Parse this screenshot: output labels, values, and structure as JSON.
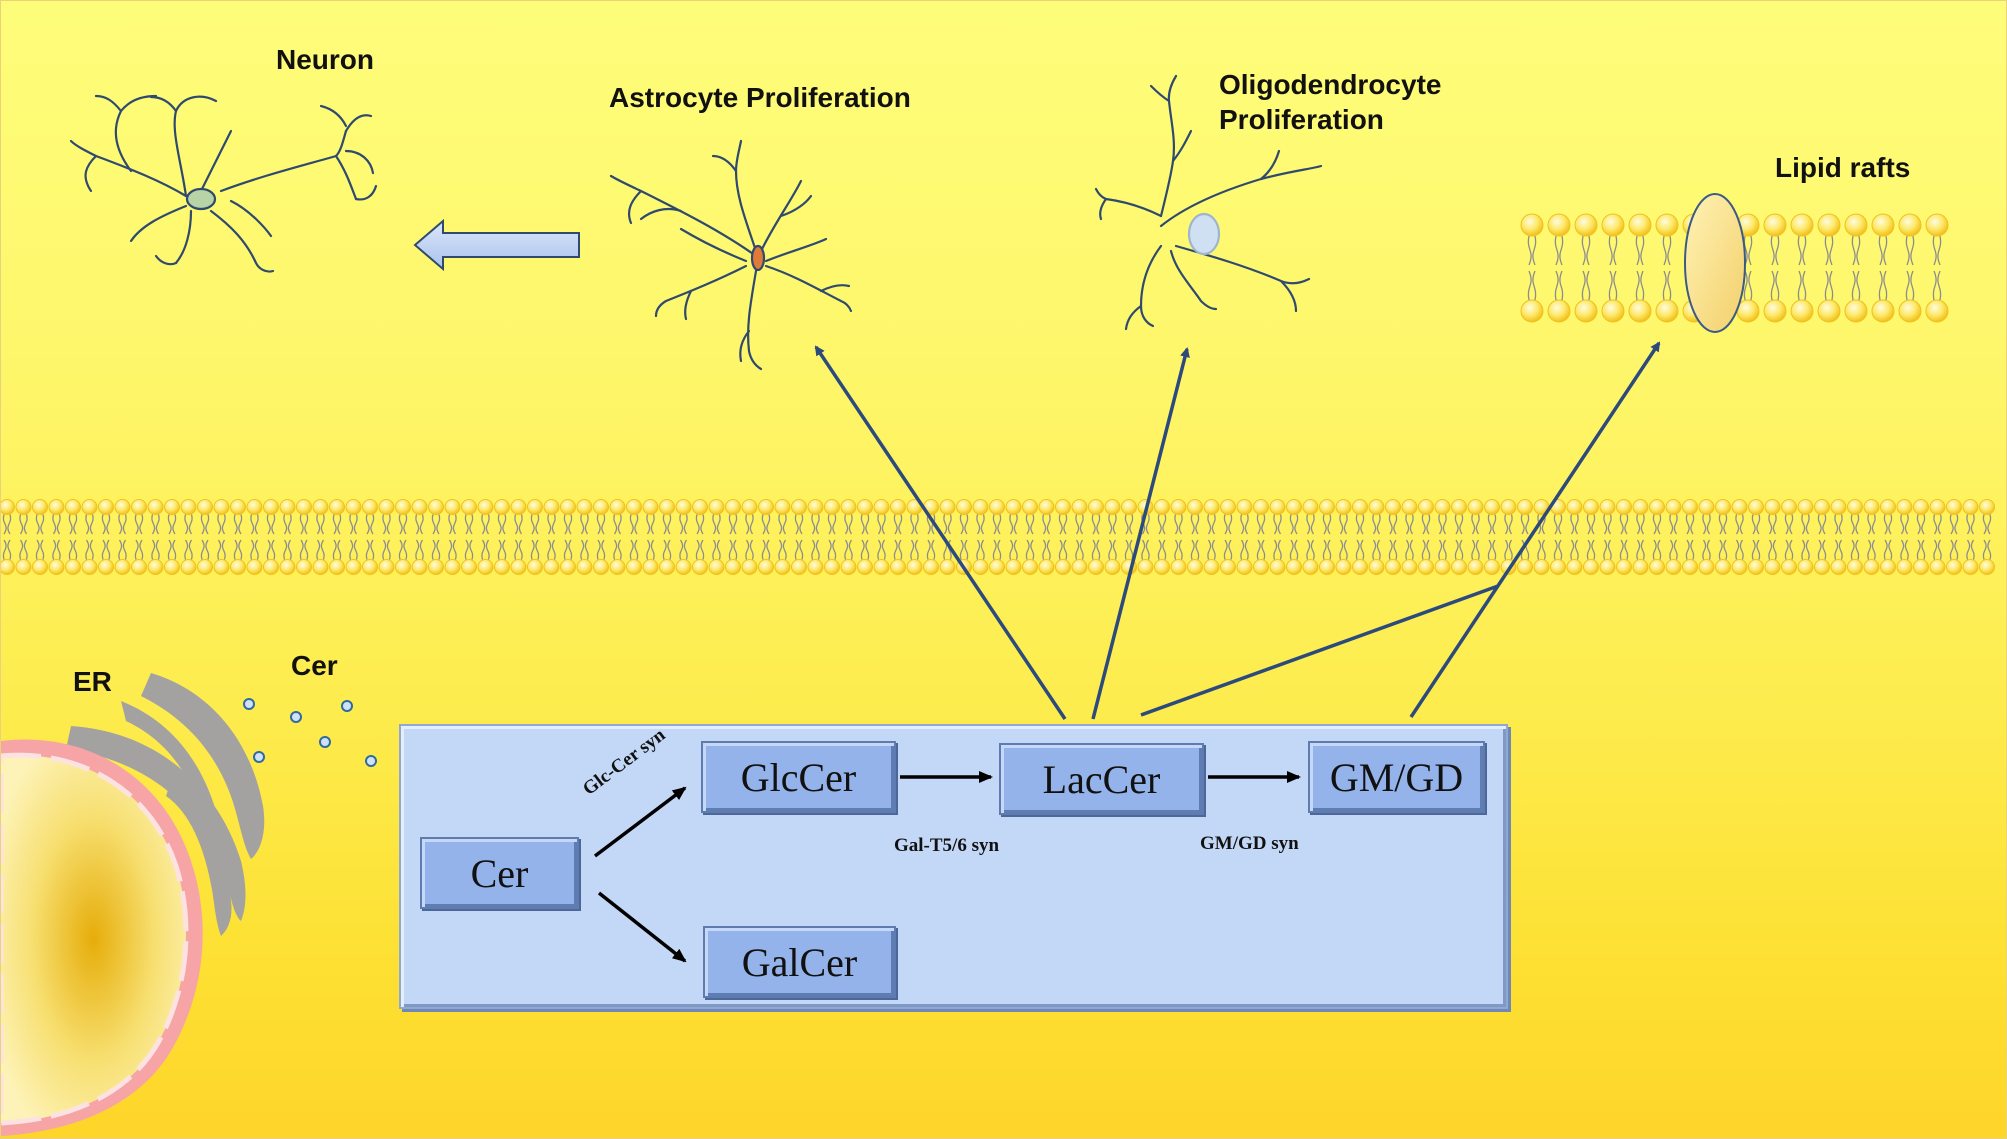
{
  "labels": {
    "neuron": "Neuron",
    "astrocyte": "Astrocyte Proliferation",
    "oligo_line1": "Oligodendrocyte",
    "oligo_line2": "Proliferation",
    "lipid_rafts": "Lipid rafts",
    "er": "ER",
    "cer_particles": "Cer"
  },
  "pathway": {
    "nodes": {
      "cer": "Cer",
      "glccer": "GlcCer",
      "lacer": "LacCer",
      "gmgd": "GM/GD",
      "galcer": "GalCer"
    },
    "enzymes": {
      "glc_cer_syn": "Glc-Cer syn",
      "gal_t56_syn": "Gal-T5/6 syn",
      "gm_gd_syn": "GM/GD syn"
    }
  },
  "colors": {
    "background_top": "#fefd7a",
    "background_bottom": "#fed52a",
    "pathway_box": "#c3d7f6",
    "node_fill": "#93b3ea",
    "cell_outline": "#2f4a6e",
    "lipid_head": "#fde96a",
    "arrow": "#2c4a7c"
  }
}
